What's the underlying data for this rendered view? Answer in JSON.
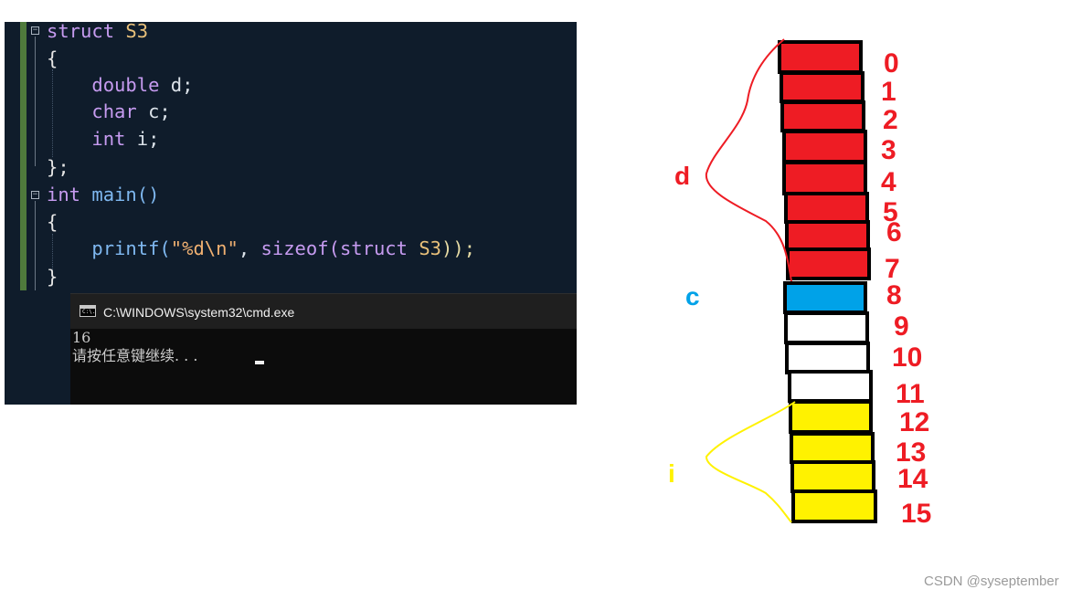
{
  "code": {
    "lines": [
      [
        "struct",
        "S3"
      ],
      [
        "{"
      ],
      [
        "double",
        "d;"
      ],
      [
        "char",
        "c;"
      ],
      [
        "int",
        "i;"
      ],
      [
        "};"
      ],
      [
        "int",
        "main()"
      ],
      [
        "{"
      ],
      [
        "printf(",
        "\"%d\\n\"",
        ",",
        "sizeof(",
        "struct",
        "S3",
        "));"
      ],
      [
        "}"
      ]
    ]
  },
  "cmd": {
    "title": "C:\\WINDOWS\\system32\\cmd.exe",
    "icon_text": "C:\\.",
    "output_line1": "16",
    "output_line2": "请按任意键继续. . ."
  },
  "diagram": {
    "colors": {
      "d": "#ee1c24",
      "c": "#00a2e8",
      "padding": "#ffffff",
      "i": "#fff200"
    },
    "cells": [
      {
        "index": "0",
        "member": "d"
      },
      {
        "index": "1",
        "member": "d"
      },
      {
        "index": "2",
        "member": "d"
      },
      {
        "index": "3",
        "member": "d"
      },
      {
        "index": "4",
        "member": "d"
      },
      {
        "index": "5",
        "member": "d"
      },
      {
        "index": "6",
        "member": "d"
      },
      {
        "index": "7",
        "member": "d"
      },
      {
        "index": "8",
        "member": "c"
      },
      {
        "index": "9",
        "member": "padding"
      },
      {
        "index": "10",
        "member": "padding"
      },
      {
        "index": "11",
        "member": "padding"
      },
      {
        "index": "12",
        "member": "i"
      },
      {
        "index": "13",
        "member": "i"
      },
      {
        "index": "14",
        "member": "i"
      },
      {
        "index": "15",
        "member": "i"
      }
    ],
    "labels": {
      "d": "d",
      "c": "c",
      "i": "i"
    }
  },
  "watermark": "CSDN @syseptember"
}
